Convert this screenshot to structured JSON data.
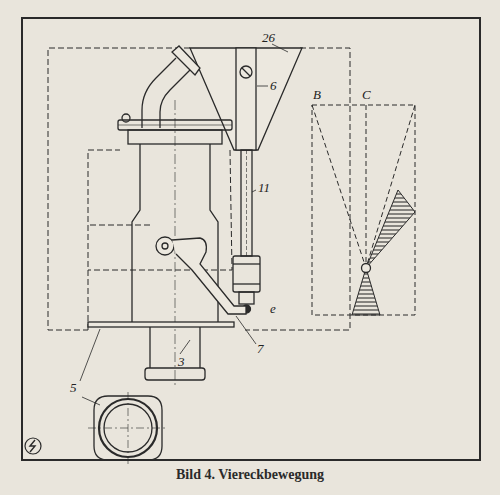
{
  "diagram": {
    "caption": "Bild 4. Viereckbewegung",
    "labels": [
      "26",
      "6",
      "11",
      "e",
      "7",
      "3",
      "5",
      "B",
      "C"
    ]
  }
}
